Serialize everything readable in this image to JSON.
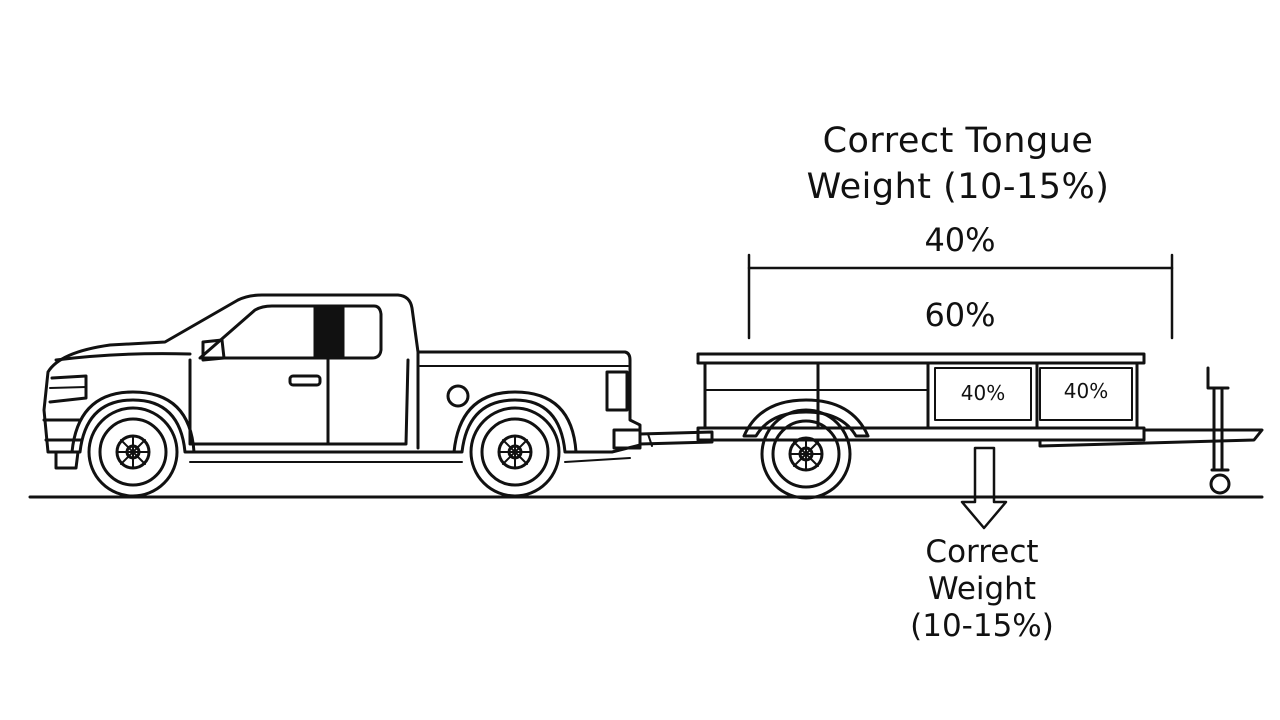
{
  "diagram": {
    "top_label": {
      "line1": "Correct Tongue",
      "line2": "Weight (10-15%)"
    },
    "upper_percent": "40%",
    "lower_percent": "60%",
    "trailer_box_left": "40%",
    "trailer_box_right": "40%",
    "bottom_label": {
      "line1": "Correct",
      "line2": "Weight",
      "line3": "(10-15%)"
    }
  },
  "colors": {
    "stroke": "#111111",
    "background": "#ffffff"
  }
}
